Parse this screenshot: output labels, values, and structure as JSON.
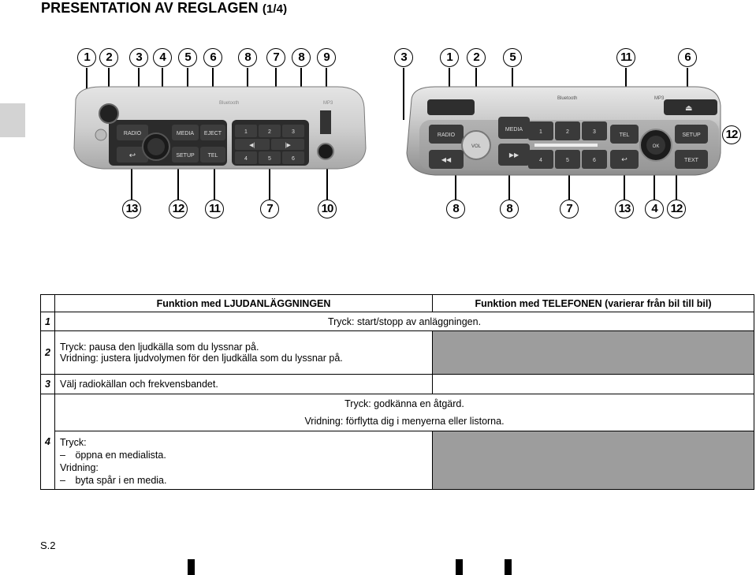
{
  "title": {
    "main": "PRESENTATION AV REGLAGEN",
    "part": "(1/4)"
  },
  "callouts": {
    "left_top": [
      "1",
      "2",
      "3",
      "4",
      "5",
      "6",
      "8",
      "7",
      "8",
      "9"
    ],
    "right_top": [
      "3",
      "1",
      "2",
      "5",
      "11",
      "6"
    ],
    "right_side": "12",
    "left_bottom": [
      "13",
      "12",
      "11",
      "7",
      "10"
    ],
    "right_bottom": [
      "8",
      "8",
      "7",
      "13",
      "4",
      "12"
    ]
  },
  "radio_left": {
    "labels": {
      "radio": "RADIO",
      "media": "MEDIA",
      "eject": "EJECT",
      "setup": "SETUP",
      "tel": "TEL",
      "bluetooth": "Bluetooth",
      "mp3": "MP3"
    },
    "presets": [
      "1",
      "2",
      "3",
      "4",
      "5",
      "6"
    ]
  },
  "radio_right": {
    "labels": {
      "radio": "RADIO",
      "vol": "VOL",
      "media": "MEDIA",
      "tel": "TEL",
      "ok": "OK",
      "setup": "SETUP",
      "text": "TEXT",
      "bluetooth": "Bluetooth",
      "mp3": "MP3"
    },
    "presets": [
      "1",
      "2",
      "3",
      "4",
      "5",
      "6"
    ]
  },
  "table": {
    "header_audio": "Funktion med LJUDANLÄGGNINGEN",
    "header_phone": "Funktion med TELEFONEN (varierar från bil till bil)",
    "rows": [
      {
        "num": "1",
        "text": "Tryck: start/stopp av anläggningen."
      },
      {
        "num": "2",
        "audio_lines": [
          "Tryck: pausa den ljudkälla som du lyssnar på.",
          "Vridning: justera ljudvolymen för den ljudkälla som du lyssnar på."
        ]
      },
      {
        "num": "3",
        "audio": "Välj radiokällan och frekvensbandet."
      },
      {
        "num": "4",
        "shared_lines": [
          "Tryck: godkänna en åtgärd.",
          "Vridning: förflytta dig i menyerna eller listorna."
        ],
        "audio_lines": [
          "Tryck:",
          "– öppna en medialista.",
          "Vridning:",
          "– byta spår i en media."
        ]
      }
    ]
  },
  "page_number": "S.2"
}
